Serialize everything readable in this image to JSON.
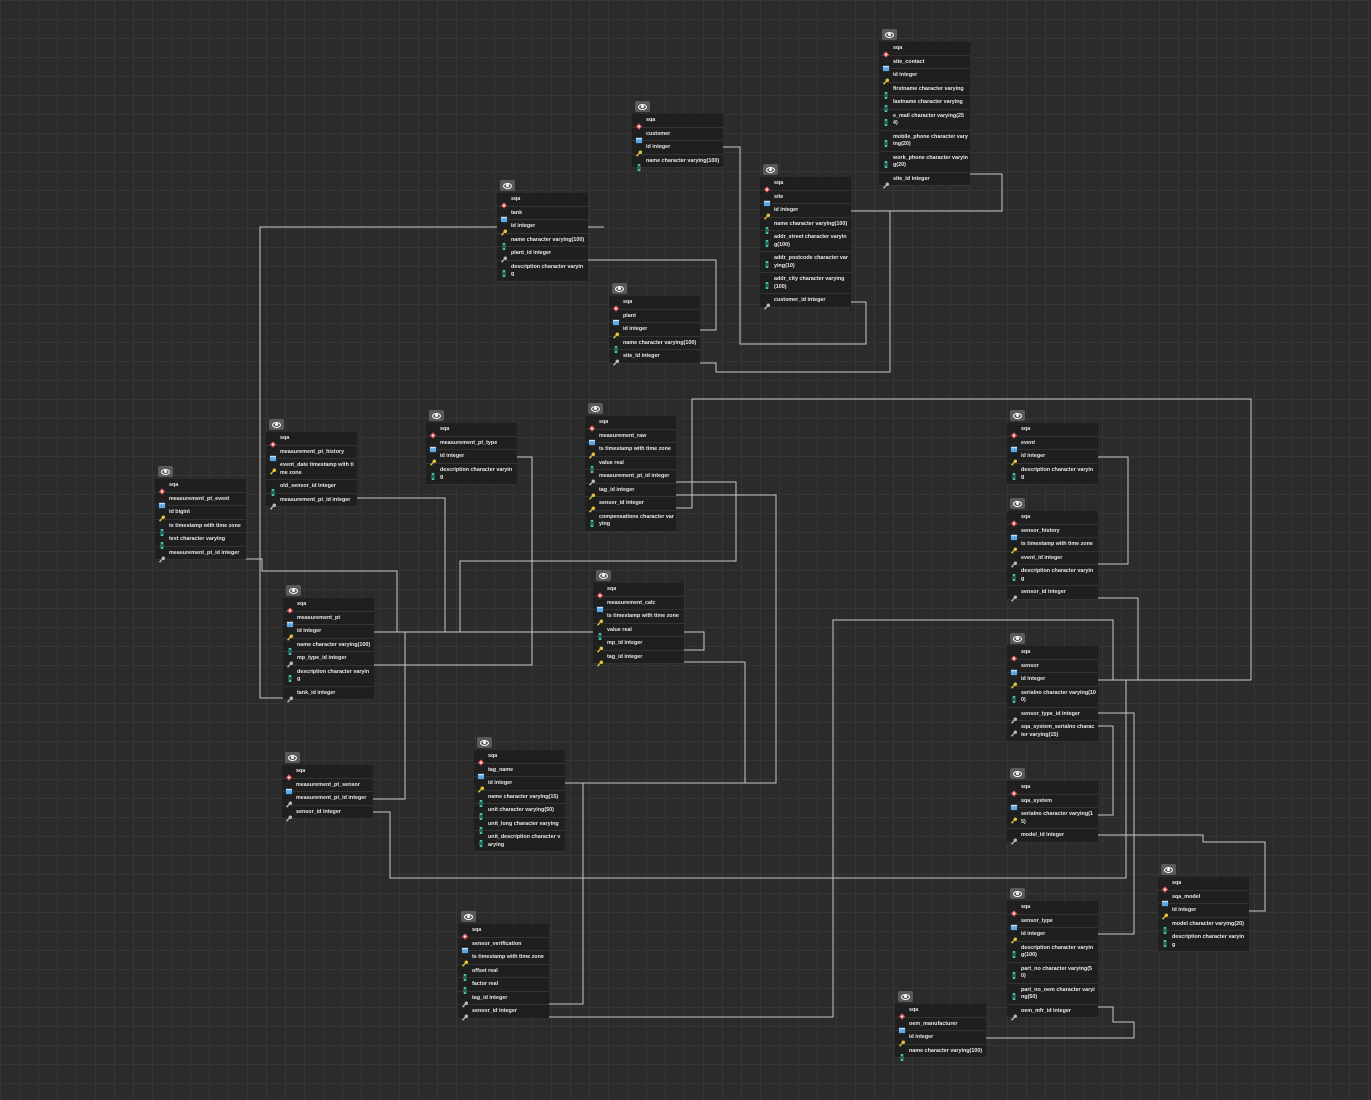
{
  "colors": {
    "background": "#2b2b2b",
    "row": "#1f1f1f",
    "line": "#c8c8c8",
    "pk": "#e8c43a",
    "fk": "#bbbbbb",
    "column": "#3fd3b6",
    "table": "#5aa8e6",
    "schema": "#e05a5a"
  },
  "tables": [
    {
      "key": "site_contact",
      "schema": "sqa",
      "name": "site_contact",
      "columns": [
        {
          "icon": "pk",
          "text": "id integer"
        },
        {
          "icon": "col",
          "text": "firstname character varying"
        },
        {
          "icon": "col",
          "text": "lastname character varying"
        },
        {
          "icon": "col",
          "text": "e_mail character varying(254)"
        },
        {
          "icon": "col",
          "text": "mobile_phone character varying(20)"
        },
        {
          "icon": "col",
          "text": "work_phone character varying(20)"
        },
        {
          "icon": "fk",
          "text": "site_id integer"
        }
      ]
    },
    {
      "key": "customer",
      "schema": "sqa",
      "name": "customer",
      "columns": [
        {
          "icon": "pk",
          "text": "id integer"
        },
        {
          "icon": "col",
          "text": "name character varying(100)"
        }
      ]
    },
    {
      "key": "tank",
      "schema": "sqa",
      "name": "tank",
      "columns": [
        {
          "icon": "pk",
          "text": "id integer"
        },
        {
          "icon": "col",
          "text": "name character varying(100)"
        },
        {
          "icon": "fk",
          "text": "plant_id integer"
        },
        {
          "icon": "col",
          "text": "description character varying"
        }
      ]
    },
    {
      "key": "site",
      "schema": "sqa",
      "name": "site",
      "columns": [
        {
          "icon": "pk",
          "text": "id integer"
        },
        {
          "icon": "col",
          "text": "name character varying(100)"
        },
        {
          "icon": "col",
          "text": "addr_street character varying(100)"
        },
        {
          "icon": "col",
          "text": "addr_postcode character varying(10)"
        },
        {
          "icon": "col",
          "text": "addr_city character varying(100)"
        },
        {
          "icon": "fk",
          "text": "customer_id integer"
        }
      ]
    },
    {
      "key": "plant",
      "schema": "sqa",
      "name": "plant",
      "columns": [
        {
          "icon": "pk",
          "text": "id integer"
        },
        {
          "icon": "col",
          "text": "name character varying(100)"
        },
        {
          "icon": "fk",
          "text": "site_id integer"
        }
      ]
    },
    {
      "key": "measurement_pt_history",
      "schema": "sqa",
      "name": "measurement_pt_history",
      "columns": [
        {
          "icon": "pk",
          "text": "event_date timestamp with time zone"
        },
        {
          "icon": "col",
          "text": "old_sensor_id integer"
        },
        {
          "icon": "fk",
          "text": "measurement_pt_id integer"
        }
      ]
    },
    {
      "key": "measurement_pt_type",
      "schema": "sqa",
      "name": "measurement_pt_type",
      "columns": [
        {
          "icon": "pk",
          "text": "id integer"
        },
        {
          "icon": "col",
          "text": "description character varying"
        }
      ]
    },
    {
      "key": "measurement_raw",
      "schema": "sqa",
      "name": "measurement_raw",
      "columns": [
        {
          "icon": "pk",
          "text": "ts timestamp with time zone"
        },
        {
          "icon": "col",
          "text": "value real"
        },
        {
          "icon": "fk",
          "text": "measurement_pt_id integer"
        },
        {
          "icon": "pk",
          "text": "tag_id integer"
        },
        {
          "icon": "pk",
          "text": "sensor_id integer"
        },
        {
          "icon": "col",
          "text": "compensations character varying"
        }
      ]
    },
    {
      "key": "measurement_pt_event",
      "schema": "sqa",
      "name": "measurement_pt_event",
      "columns": [
        {
          "icon": "pk",
          "text": "id bigint"
        },
        {
          "icon": "col",
          "text": "ts timestamp with time zone"
        },
        {
          "icon": "col",
          "text": "text character varying"
        },
        {
          "icon": "fk",
          "text": "measurement_pt_id integer"
        }
      ]
    },
    {
      "key": "event",
      "schema": "sqa",
      "name": "event",
      "columns": [
        {
          "icon": "pk",
          "text": "id integer"
        },
        {
          "icon": "col",
          "text": "description character varying"
        }
      ]
    },
    {
      "key": "sensor_history",
      "schema": "sqa",
      "name": "sensor_history",
      "columns": [
        {
          "icon": "pk",
          "text": "ts timestamp with time zone"
        },
        {
          "icon": "fk",
          "text": "event_id integer"
        },
        {
          "icon": "col",
          "text": "description character varying"
        },
        {
          "icon": "fk",
          "text": "sensor_id integer"
        }
      ]
    },
    {
      "key": "measurement_pt",
      "schema": "sqa",
      "name": "measurement_pt",
      "columns": [
        {
          "icon": "pk",
          "text": "id integer"
        },
        {
          "icon": "col",
          "text": "name character varying(100)"
        },
        {
          "icon": "fk",
          "text": "mp_type_id integer"
        },
        {
          "icon": "col",
          "text": "description character varying"
        },
        {
          "icon": "fk",
          "text": "tank_id integer"
        }
      ]
    },
    {
      "key": "measurement_calc",
      "schema": "sqa",
      "name": "measurement_calc",
      "columns": [
        {
          "icon": "pk",
          "text": "ts timestamp with time zone"
        },
        {
          "icon": "col",
          "text": "value real"
        },
        {
          "icon": "pk",
          "text": "mp_id integer"
        },
        {
          "icon": "pk",
          "text": "tag_id integer"
        }
      ]
    },
    {
      "key": "sensor",
      "schema": "sqa",
      "name": "sensor",
      "columns": [
        {
          "icon": "pk",
          "text": "id integer"
        },
        {
          "icon": "col",
          "text": "serialno character varying(100)"
        },
        {
          "icon": "fk",
          "text": "sensor_type_id integer"
        },
        {
          "icon": "fk",
          "text": "sqa_system_serialno character varying(15)"
        }
      ]
    },
    {
      "key": "measurement_pt_sensor",
      "schema": "sqa",
      "name": "measurement_pt_sensor",
      "columns": [
        {
          "icon": "fk",
          "text": "measurement_pt_id integer"
        },
        {
          "icon": "fk",
          "text": "sensor_id integer"
        }
      ]
    },
    {
      "key": "tag_name",
      "schema": "sqa",
      "name": "tag_name",
      "columns": [
        {
          "icon": "pk",
          "text": "id integer"
        },
        {
          "icon": "col",
          "text": "name character varying(15)"
        },
        {
          "icon": "col",
          "text": "unit character varying(50)"
        },
        {
          "icon": "col",
          "text": "unit_long character varying"
        },
        {
          "icon": "col",
          "text": "unit_description character varying"
        }
      ]
    },
    {
      "key": "sqa_system",
      "schema": "sqa",
      "name": "sqa_system",
      "columns": [
        {
          "icon": "pk",
          "text": "serialno character varying(15)"
        },
        {
          "icon": "fk",
          "text": "model_id integer"
        }
      ]
    },
    {
      "key": "sqa_model",
      "schema": "sqa",
      "name": "sqa_model",
      "columns": [
        {
          "icon": "pk",
          "text": "id integer"
        },
        {
          "icon": "col",
          "text": "model character varying(20)"
        },
        {
          "icon": "col",
          "text": "description character varying"
        }
      ]
    },
    {
      "key": "sensor_type",
      "schema": "sqa",
      "name": "sensor_type",
      "columns": [
        {
          "icon": "pk",
          "text": "id integer"
        },
        {
          "icon": "col",
          "text": "description character varying(100)"
        },
        {
          "icon": "col",
          "text": "part_no character varying(50)"
        },
        {
          "icon": "col",
          "text": "part_no_oem character varying(50)"
        },
        {
          "icon": "fk",
          "text": "oem_mfr_id integer"
        }
      ]
    },
    {
      "key": "oem_manufacturer",
      "schema": "sqa",
      "name": "oem_manufacturer",
      "columns": [
        {
          "icon": "pk",
          "text": "id integer"
        },
        {
          "icon": "col",
          "text": "name character varying(100)"
        }
      ]
    },
    {
      "key": "sensor_verification",
      "schema": "sqa",
      "name": "sensor_verification",
      "columns": [
        {
          "icon": "pk",
          "text": "ts timestamp with time zone"
        },
        {
          "icon": "col",
          "text": "offset real"
        },
        {
          "icon": "col",
          "text": "factor real"
        },
        {
          "icon": "fk",
          "text": "tag_id integer"
        },
        {
          "icon": "fk",
          "text": "sensor_id integer"
        }
      ]
    }
  ]
}
